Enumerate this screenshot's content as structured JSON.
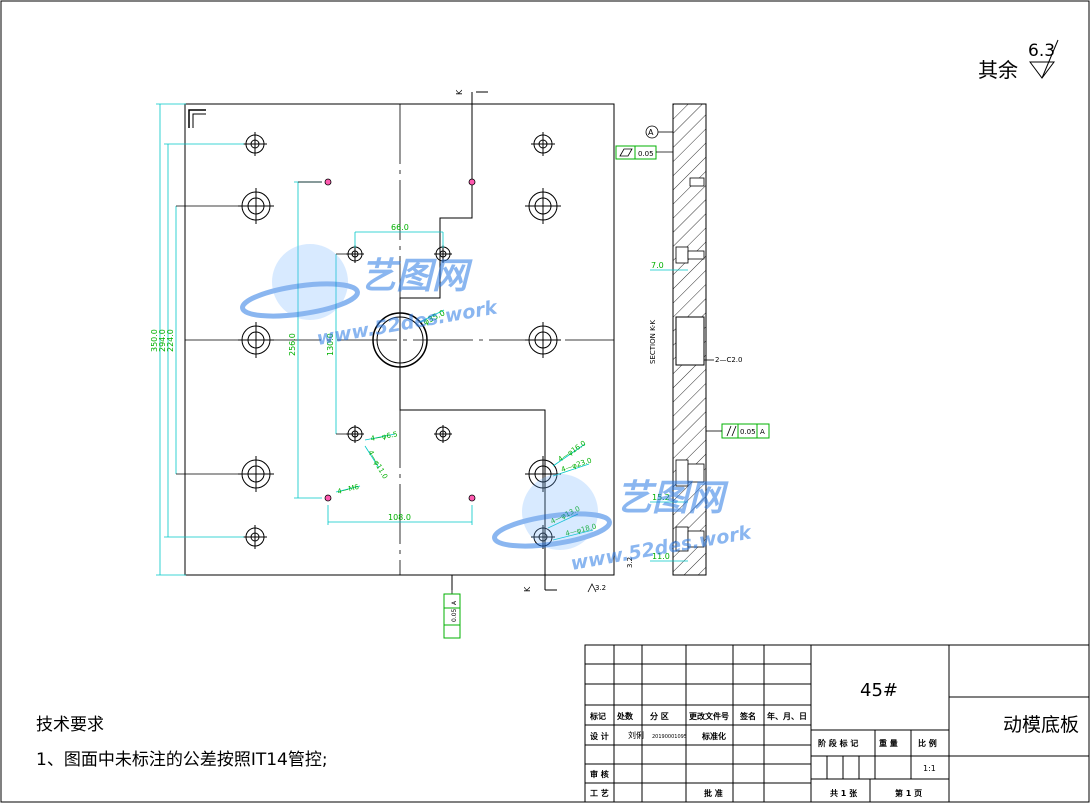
{
  "title_block": {
    "material": "45#",
    "part_name": "动模底板",
    "headers": {
      "mark": "标记",
      "count": "处数",
      "zone": "分 区",
      "change_doc": "更改文件号",
      "sign": "签名",
      "date": "年、月、日",
      "design": "设 计",
      "designer": "刘俐",
      "design_date": "20190001095",
      "standardize": "标准化",
      "review": "审 核",
      "process": "工 艺",
      "approve": "批 准",
      "stage_mark": "阶 段 标 记",
      "weight": "重 量",
      "scale": "比 例",
      "scale_value": "1:1",
      "sheets": "共 1 张",
      "sheet_no": "第 1 页"
    }
  },
  "roughness": {
    "rest_label": "其余",
    "value": "6.3"
  },
  "tech": {
    "heading": "技术要求",
    "note1": "1、图面中未标注的公差按照IT14管控;"
  },
  "dims": {
    "d350": "350.0",
    "d294": "294.0",
    "d224": "224.0",
    "d256": "256.0",
    "d130": "130.0",
    "d66": "66.0",
    "d108": "108.0",
    "phi35": "φ35.0",
    "h4_phi6_5": "4—φ6.5",
    "h4_phi11": "4—φ11.0",
    "h4_m6": "4—M6",
    "h4_phi16": "4—φ16.0",
    "h4_phi23": "4—φ23.0",
    "h4_phi13": "4—φ13.0",
    "h4_phi18": "4—φ18.0",
    "d7": "7.0",
    "d15_2": "15.2",
    "d11": "11.0",
    "c2": "2—C2.0",
    "section": "SECTION K-K",
    "k": "K",
    "flat": "0.05",
    "par": "0.05",
    "perp": "0.05",
    "datum": "A",
    "ra32": "3.2"
  },
  "watermark": {
    "brand": "艺图网",
    "url": "www.52des.work"
  }
}
